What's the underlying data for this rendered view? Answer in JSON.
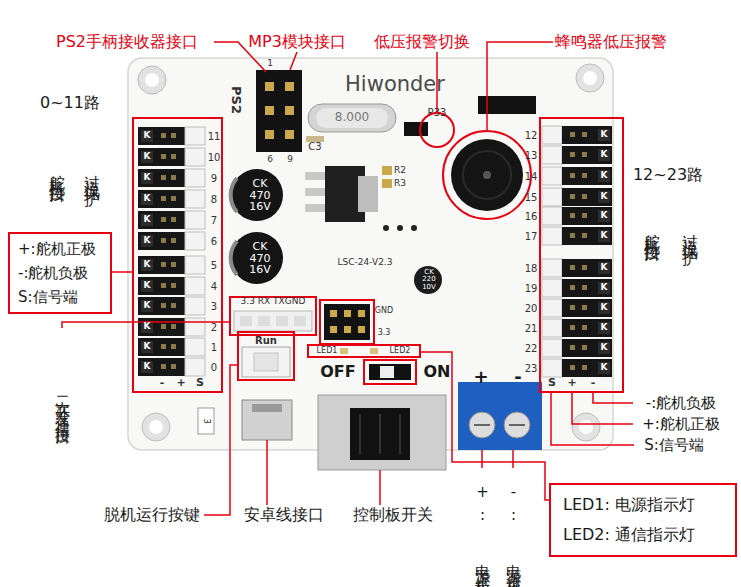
{
  "diagram": {
    "nodes": [
      {
        "text": [
          "+:舵机正极",
          "-:舵机负极",
          "S:信号端"
        ]
      },
      {
        "text": [
          "LED1: 电源指示灯",
          "LED2: 通信指示灯"
        ]
      }
    ],
    "labels": [
      "PS2手柄接收器接口",
      "MP3模块接口",
      "低压报警切换",
      "蜂鸣器低压报警",
      "0~11路",
      "舵机接口",
      "过流保护",
      "二次开发通信接口",
      "12~23路",
      "舵机接口",
      "过流保护",
      "-:舵机负极",
      "+:舵机正极",
      "S:信号端",
      "脱机运行按键",
      "安卓线接口",
      "控制板开关",
      "+: 电源正极",
      "-: 电源负极",
      "PS2",
      "Hiwonder",
      "8.000",
      "C3",
      "P33",
      "R2",
      "R3",
      "LSC-24-V2.3",
      "CK 470 16V",
      "CK 470 16V",
      "CK 220 10V",
      "3.3 RX TXGND",
      "GND",
      "3.3",
      "Run",
      "LED1",
      "LED2",
      "OFF",
      "ON",
      "+",
      "-",
      "1",
      "6",
      "9",
      "3",
      "11",
      "10",
      "9",
      "8",
      "7",
      "6",
      "5",
      "4",
      "3",
      "2",
      "1",
      "0",
      "12",
      "13",
      "14",
      "15",
      "16",
      "17",
      "18",
      "19",
      "20",
      "21",
      "22",
      "23",
      "-",
      "+",
      "S",
      "S",
      "+",
      "-",
      "K",
      "K",
      "K",
      "K",
      "K",
      "K",
      "K",
      "K",
      "K",
      "K",
      "K",
      "K",
      "K",
      "K",
      "K",
      "K",
      "K",
      "K",
      "K",
      "K",
      "K",
      "K",
      "K",
      "K"
    ]
  }
}
